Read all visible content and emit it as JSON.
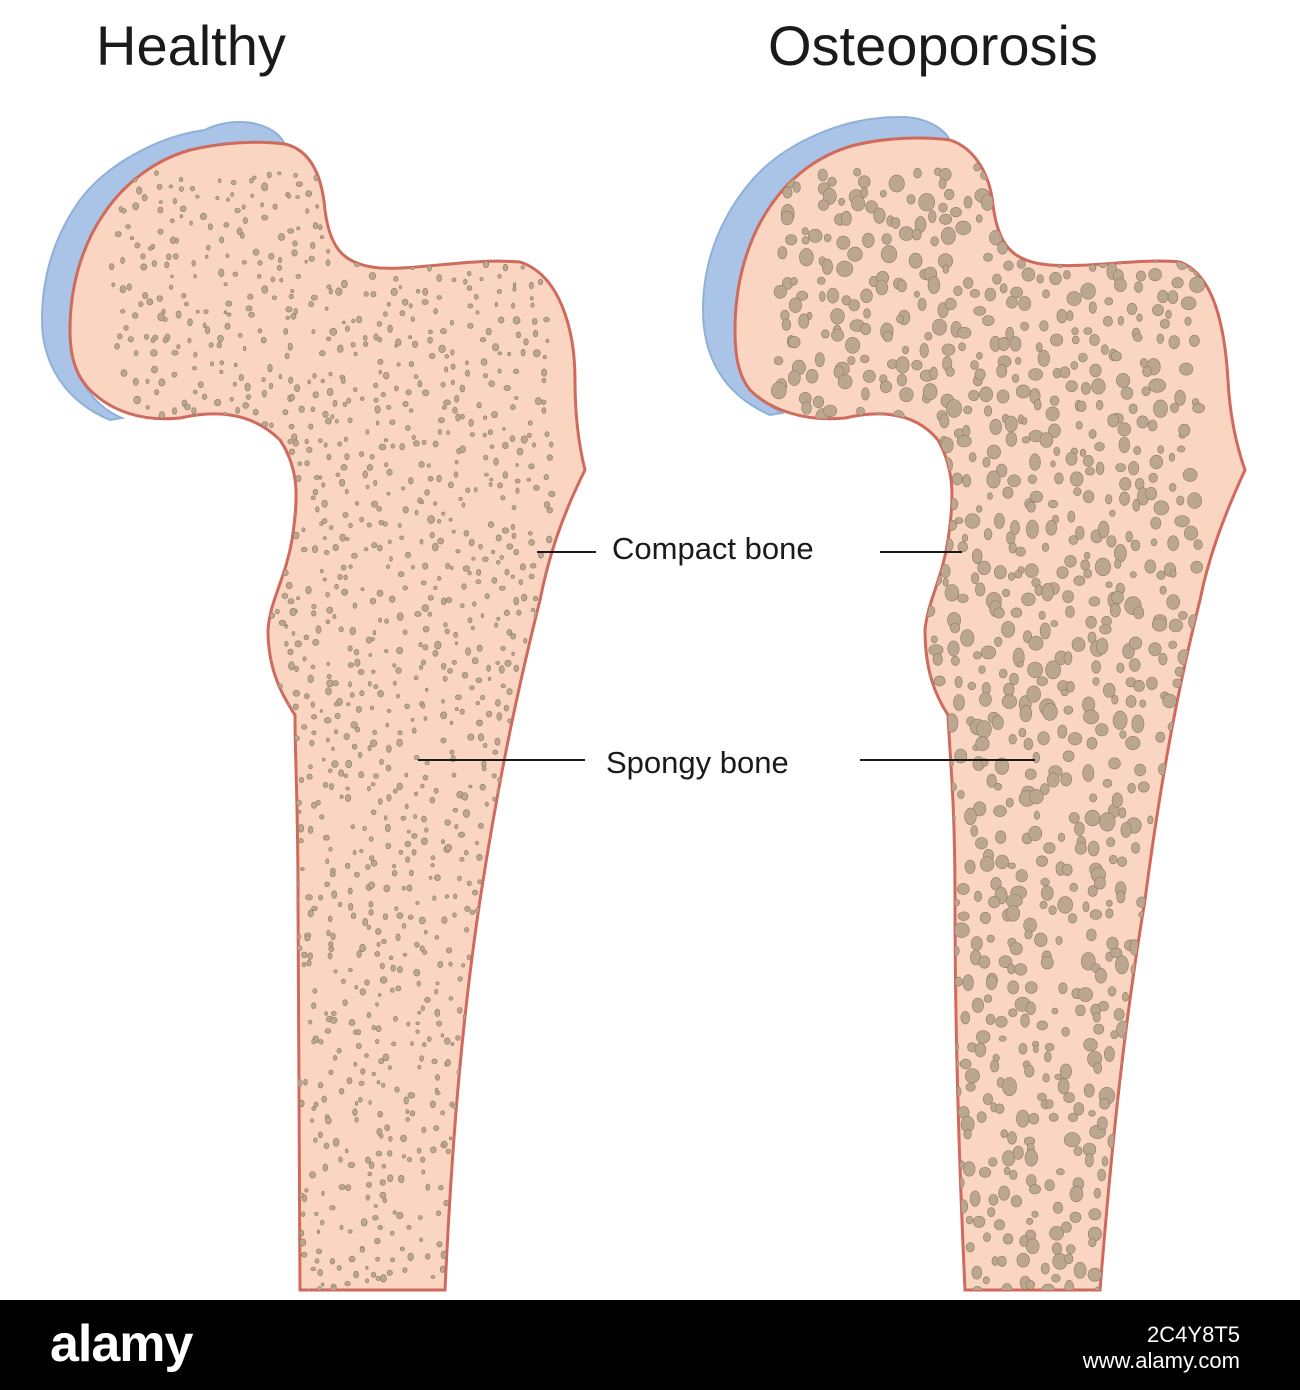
{
  "titles": {
    "healthy": "Healthy",
    "osteoporosis": "Osteoporosis"
  },
  "labels": {
    "compact_bone": "Compact bone",
    "spongy_bone": "Spongy bone"
  },
  "footer": {
    "brand": "alamy",
    "image_id": "2C4Y8T5",
    "site": "www.alamy.com"
  },
  "colors": {
    "bone_fill": "#f9d5c2",
    "bone_outline": "#d06a5c",
    "cartilage": "#a9c4e6",
    "pore": "#bba78f",
    "pore_shade": "#8f7b66",
    "leader_line": "#1a1a1a",
    "footer_bg": "#000000"
  }
}
